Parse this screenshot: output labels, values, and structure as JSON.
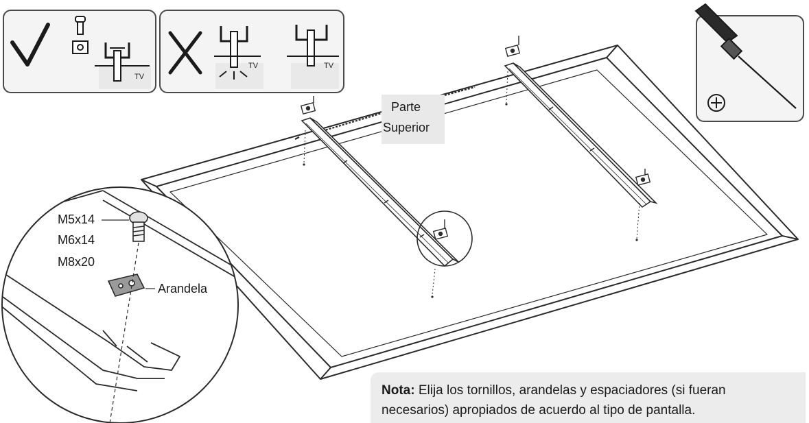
{
  "panels": {
    "correct": {
      "tv_tag": "TV"
    },
    "incorrect": {
      "tv_tag_left": "TV",
      "tv_tag_right": "TV"
    }
  },
  "labels": {
    "top_side_line1": "Parte",
    "top_side_line2": "Superior",
    "screw_1": "M5x14",
    "screw_2": "M6x14",
    "screw_3": "M8x20",
    "washer": "Arandela"
  },
  "note": {
    "prefix": "Nota:",
    "text_line1": " Elija los tornillos, arandelas y espaciadores (si fueran",
    "text_line2": "necesarios) apropiados de acuerdo al tipo de pantalla."
  },
  "icons": [
    "check-icon",
    "cross-icon",
    "screwdriver-icon",
    "phillips-head-icon"
  ],
  "colors": {
    "panel_bg": "#f4f4f4",
    "panel_border": "#4a4a4a",
    "note_bg": "#ececec",
    "line": "#2a2a2a"
  }
}
